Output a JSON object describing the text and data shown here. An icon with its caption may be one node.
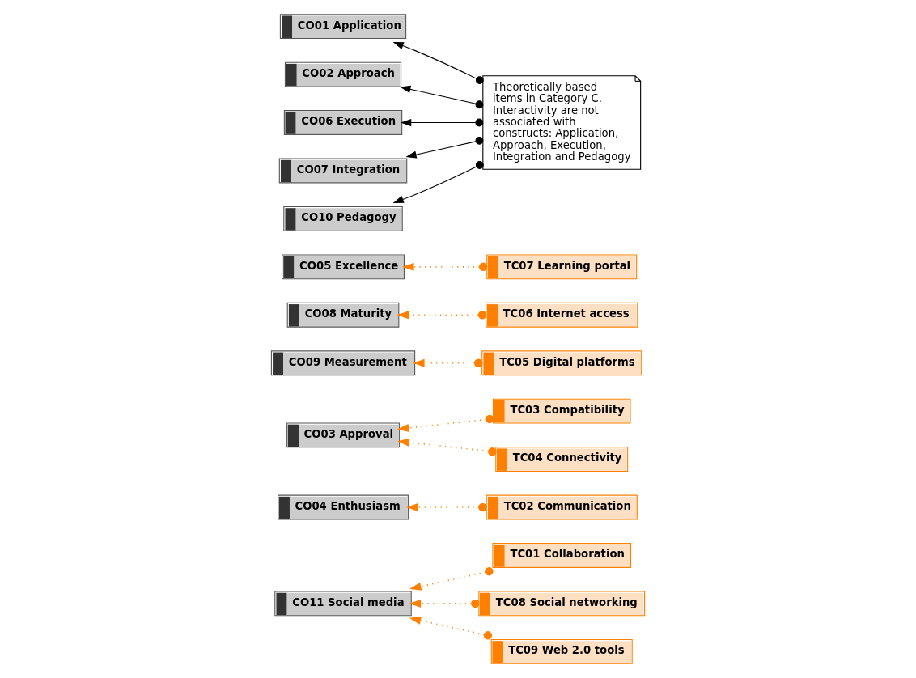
{
  "diagram": {
    "nodes": [
      {
        "text": [
          "TC01 Collaboration"
        ]
      },
      {
        "text": [
          "CO04 Enthusiasm"
        ]
      },
      {
        "text": [
          "TC02 Communication"
        ]
      },
      {
        "text": [
          "CO11 Social media"
        ]
      },
      {
        "text": [
          "TC03 Compatibility"
        ]
      },
      {
        "text": [
          "CO03 Approval"
        ]
      },
      {
        "text": [
          "TC04 Connectivity"
        ]
      },
      {
        "text": [
          "CO09 Measurement"
        ]
      },
      {
        "text": [
          "TC05 Digital platforms"
        ]
      },
      {
        "text": [
          "CO08 Maturity"
        ]
      },
      {
        "text": [
          "TC06 Internet access"
        ]
      },
      {
        "text": [
          "CO05 Excellence"
        ]
      },
      {
        "text": [
          "TC07 Learning portal"
        ]
      },
      {
        "text": [
          "CO01 Application"
        ]
      },
      {
        "text": [
          "Theoretically based items in Category C. Interactivity are not associated with constructs: Application, Approach, Execution, Integration and Pedagogy"
        ]
      },
      {
        "text": [
          "CO02 Approach"
        ]
      },
      {
        "text": [
          "CO06 Execution"
        ]
      },
      {
        "text": [
          "CO07 Integration"
        ]
      },
      {
        "text": [
          "TC08 Social networking"
        ]
      },
      {
        "text": [
          "TC09 Web 2.0 tools"
        ]
      },
      {
        "text": [
          "CO10 Pedagogy"
        ]
      }
    ],
    "edges": [
      {
        "from": 0,
        "to": 3,
        "arrow": "to",
        "style": "dashed"
      },
      {
        "from": 2,
        "to": 1,
        "arrow": "to",
        "style": "dashed"
      },
      {
        "from": 4,
        "to": 5,
        "arrow": "to",
        "style": "dashed"
      },
      {
        "from": 6,
        "to": 5,
        "arrow": "to",
        "style": "dashed"
      },
      {
        "from": 8,
        "to": 7,
        "arrow": "to",
        "style": "dashed"
      },
      {
        "from": 10,
        "to": 9,
        "arrow": "to",
        "style": "dashed"
      },
      {
        "from": 12,
        "to": 11,
        "arrow": "to",
        "style": "dashed"
      },
      {
        "from": 18,
        "to": 3,
        "arrow": "to",
        "style": "dashed"
      },
      {
        "from": 19,
        "to": 3,
        "arrow": "to",
        "style": "dashed"
      },
      {
        "from": 14,
        "to": 13,
        "arrow": "to",
        "color": "#000000"
      },
      {
        "from": 14,
        "to": 15,
        "arrow": "to",
        "color": "#000000"
      },
      {
        "from": 14,
        "to": 16,
        "arrow": "to",
        "color": "#000000"
      },
      {
        "from": 14,
        "to": 17,
        "arrow": "to",
        "color": "#000000"
      },
      {
        "from": 14,
        "to": 20,
        "arrow": "to",
        "color": "#000000"
      }
    ]
  }
}
